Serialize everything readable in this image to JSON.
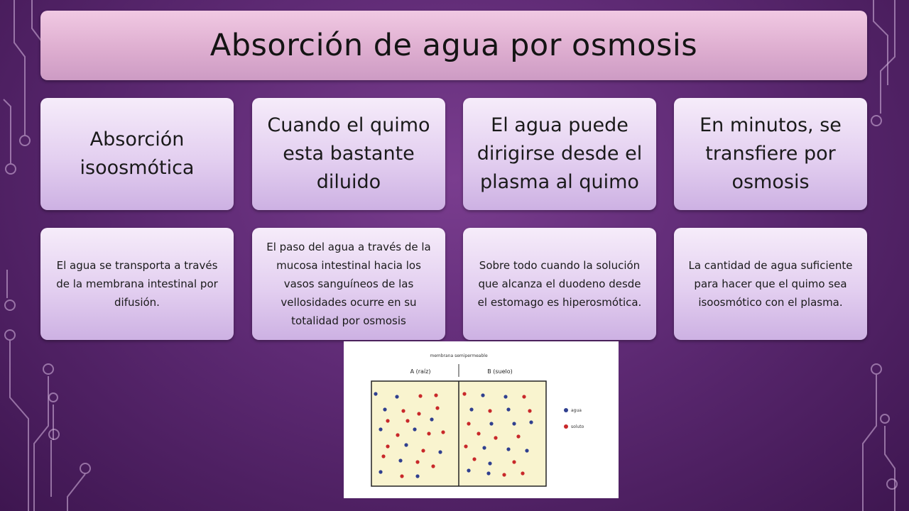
{
  "title": "Absorción de agua por osmosis",
  "headers": [
    "Absorción isoosmótica",
    "Cuando el quimo esta bastante diluido",
    "El agua puede dirigirse desde el plasma al quimo",
    "En minutos, se transfiere por osmosis"
  ],
  "details": [
    "El agua se transporta a través de la membrana intestinal por difusión.",
    "El paso del agua a través de la mucosa intestinal hacia los vasos sanguíneos de las vellosidades ocurre en su totalidad por osmosis",
    "Sobre todo cuando la solución que alcanza el duodeno desde el estomago es hiperosmótica.",
    "La cantidad de agua suficiente para hacer que el quimo sea isoosmótico con el plasma."
  ],
  "figure": {
    "membrane_label": "membrana semipermeable",
    "left_label": "A (raíz)",
    "right_label": "B (suelo)",
    "legend": [
      {
        "label": "agua",
        "color": "#2f3f8f"
      },
      {
        "label": "soluto",
        "color": "#c8282a"
      }
    ]
  },
  "colors": {
    "background": "#5e2a74",
    "title_box": "#deaed0",
    "card": "#e3cff0",
    "container_fill": "#f9f4cf",
    "water_dot": "#2f3f8f",
    "solute_dot": "#c8282a"
  }
}
